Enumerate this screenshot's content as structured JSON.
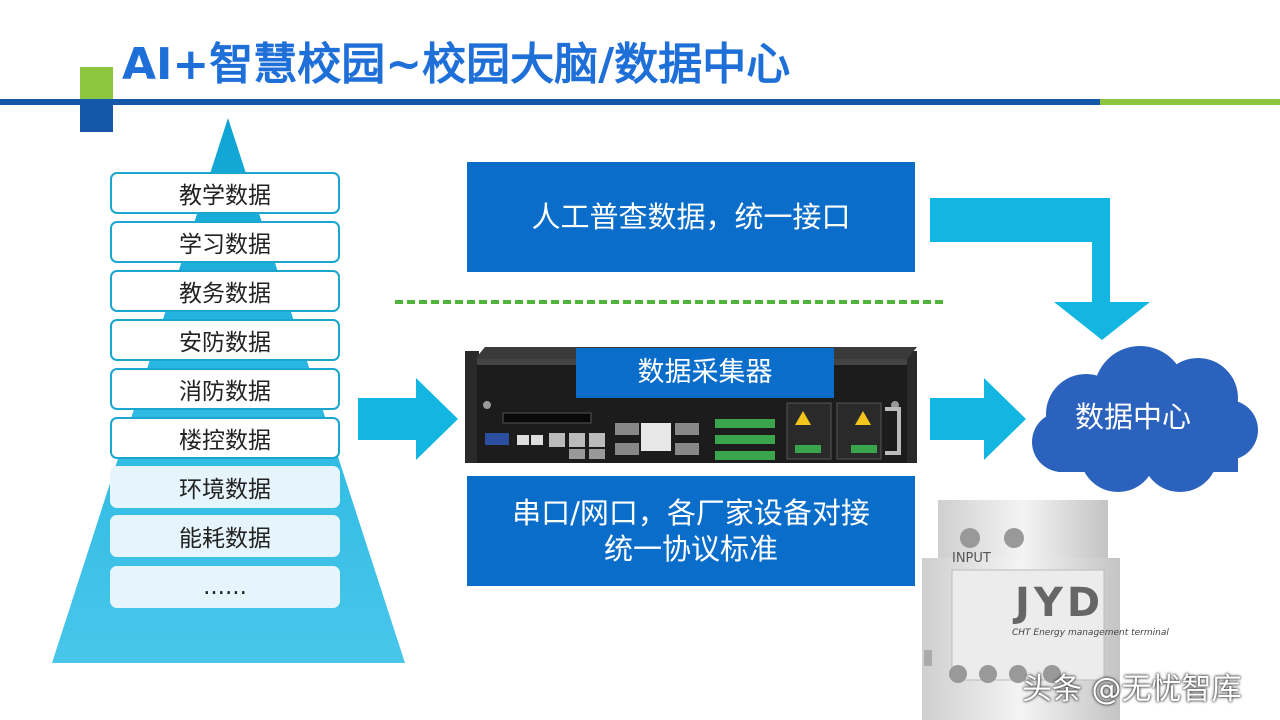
{
  "slide": {
    "title": "AI+智慧校园~校园大脑/数据中心"
  },
  "pyramid": {
    "items": [
      "教学数据",
      "学习数据",
      "教务数据",
      "安防数据",
      "消防数据",
      "楼控数据",
      "环境数据",
      "能耗数据",
      "......"
    ]
  },
  "boxes": {
    "top": "人工普查数据，统一接口",
    "collector": "数据采集器",
    "bottom_line1": "串口/网口，各厂家设备对接",
    "bottom_line2": "统一协议标准"
  },
  "cloud": {
    "label": "数据中心"
  },
  "meter": {
    "brand": "JYD",
    "input_label": "INPUT",
    "subtitle": "CHT Energy management terminal"
  },
  "watermark": {
    "text": "头条 @无忧智库"
  },
  "colors": {
    "title_blue": "#1f6fd8",
    "box_blue": "#0a6dc9",
    "arrow_cyan": "#12b6e0",
    "accent_green": "#8cc63f",
    "cloud_blue": "#2b62bd"
  }
}
